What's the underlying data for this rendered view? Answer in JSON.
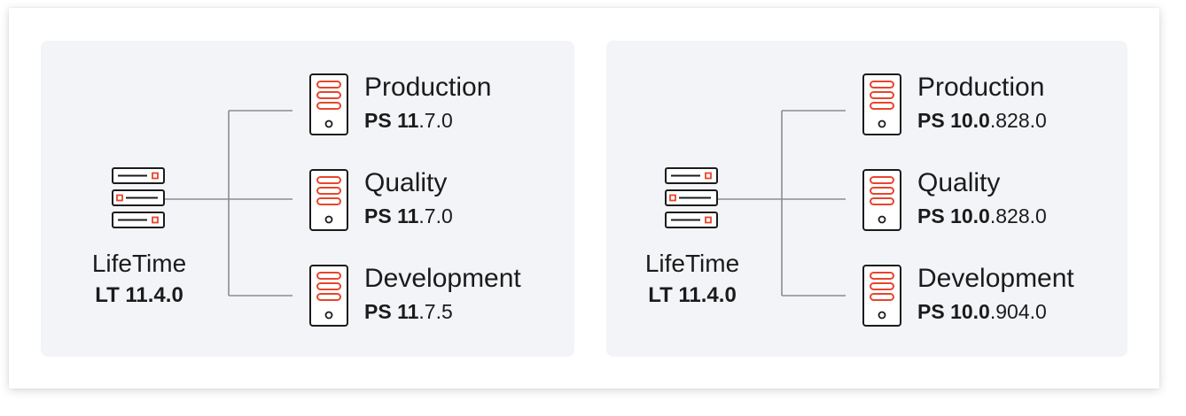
{
  "colors": {
    "panel": "#f3f4f8",
    "accent": "#e8452c",
    "line": "#8c8c8c",
    "stroke": "#1b1b1b"
  },
  "panels": [
    {
      "lifetime": {
        "icon": "rack-server-icon",
        "label": "LifeTime",
        "version": "LT 11.4.0"
      },
      "environments": [
        {
          "icon": "tower-server-icon",
          "name": "Production",
          "version_bold": "PS 11",
          "version_rest": ".7.0"
        },
        {
          "icon": "tower-server-icon",
          "name": "Quality",
          "version_bold": "PS 11",
          "version_rest": ".7.0"
        },
        {
          "icon": "tower-server-icon",
          "name": "Development",
          "version_bold": "PS 11",
          "version_rest": ".7.5"
        }
      ]
    },
    {
      "lifetime": {
        "icon": "rack-server-icon",
        "label": "LifeTime",
        "version": "LT 11.4.0"
      },
      "environments": [
        {
          "icon": "tower-server-icon",
          "name": "Production",
          "version_bold": "PS 10.0",
          "version_rest": ".828.0"
        },
        {
          "icon": "tower-server-icon",
          "name": "Quality",
          "version_bold": "PS 10.0",
          "version_rest": ".828.0"
        },
        {
          "icon": "tower-server-icon",
          "name": "Development",
          "version_bold": "PS 10.0",
          "version_rest": ".904.0"
        }
      ]
    }
  ]
}
